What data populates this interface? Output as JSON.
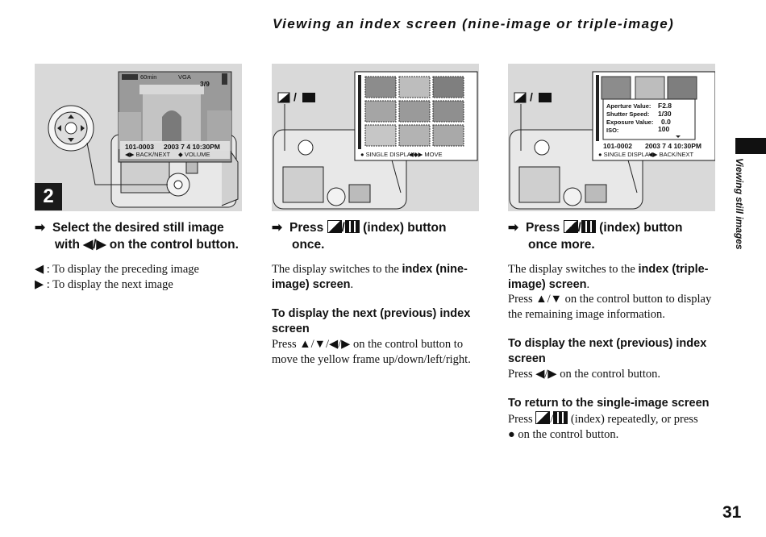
{
  "page": {
    "title": "Viewing an index screen (nine-image or triple-image)",
    "side_label": "Viewing still images",
    "page_number": "31"
  },
  "col1": {
    "step_number": "2",
    "heading_line1": "Select the desired still image",
    "heading_line2": "with ◀/▶ on the control button.",
    "items": [
      "◀ : To display the preceding image",
      "▶ : To display the next image"
    ],
    "screen": {
      "battery": "60min",
      "size": "VGA",
      "counter": "3/9",
      "file": "101-0003",
      "date": "2003  7  4 10:30PM",
      "hint_left": "◀▶ BACK/NEXT",
      "hint_right": "◆ VOLUME"
    }
  },
  "col2": {
    "heading_before": "Press",
    "heading_after": "(index) button",
    "heading_line2": "once.",
    "p1_before": "The display switches to the",
    "p1_bold": "index (nine-image) screen",
    "p1_after": ".",
    "sub_heading": "To display the next (previous) index screen",
    "p2": "Press ▲/▼/◀/▶ on the control button to move the yellow frame up/down/left/right.",
    "screen": {
      "hint_left": "● SINGLE DISPLAY",
      "hint_right": "◀◆▶ MOVE"
    }
  },
  "col3": {
    "heading_before": "Press",
    "heading_after": "(index) button",
    "heading_line2": "once more.",
    "p1_before": "The display switches to the",
    "p1_bold": "index (triple-image) screen",
    "p1_after": ".",
    "p1_line2": "Press ▲/▼ on the control button to display the remaining image information.",
    "sub1": "To display the next (previous) index screen",
    "p2": "Press ◀/▶ on the control button.",
    "sub2": "To return to the single-image screen",
    "p3_before": "Press",
    "p3_after": "(index) repeatedly, or press",
    "p3_line2": "● on the control button.",
    "screen": {
      "aperture_label": "Aperture Value:",
      "aperture": "F2.8",
      "shutter_label": "Shutter Speed:",
      "shutter": "1/30",
      "exposure_label": "Exposure Value:",
      "exposure": "0.0",
      "iso_label": "ISO:",
      "iso": "100",
      "file": "101-0002",
      "date": "2003  7  4   10:30PM",
      "hint_left": "● SINGLE DISPLAY",
      "hint_right": "◀▶ BACK/NEXT"
    }
  }
}
